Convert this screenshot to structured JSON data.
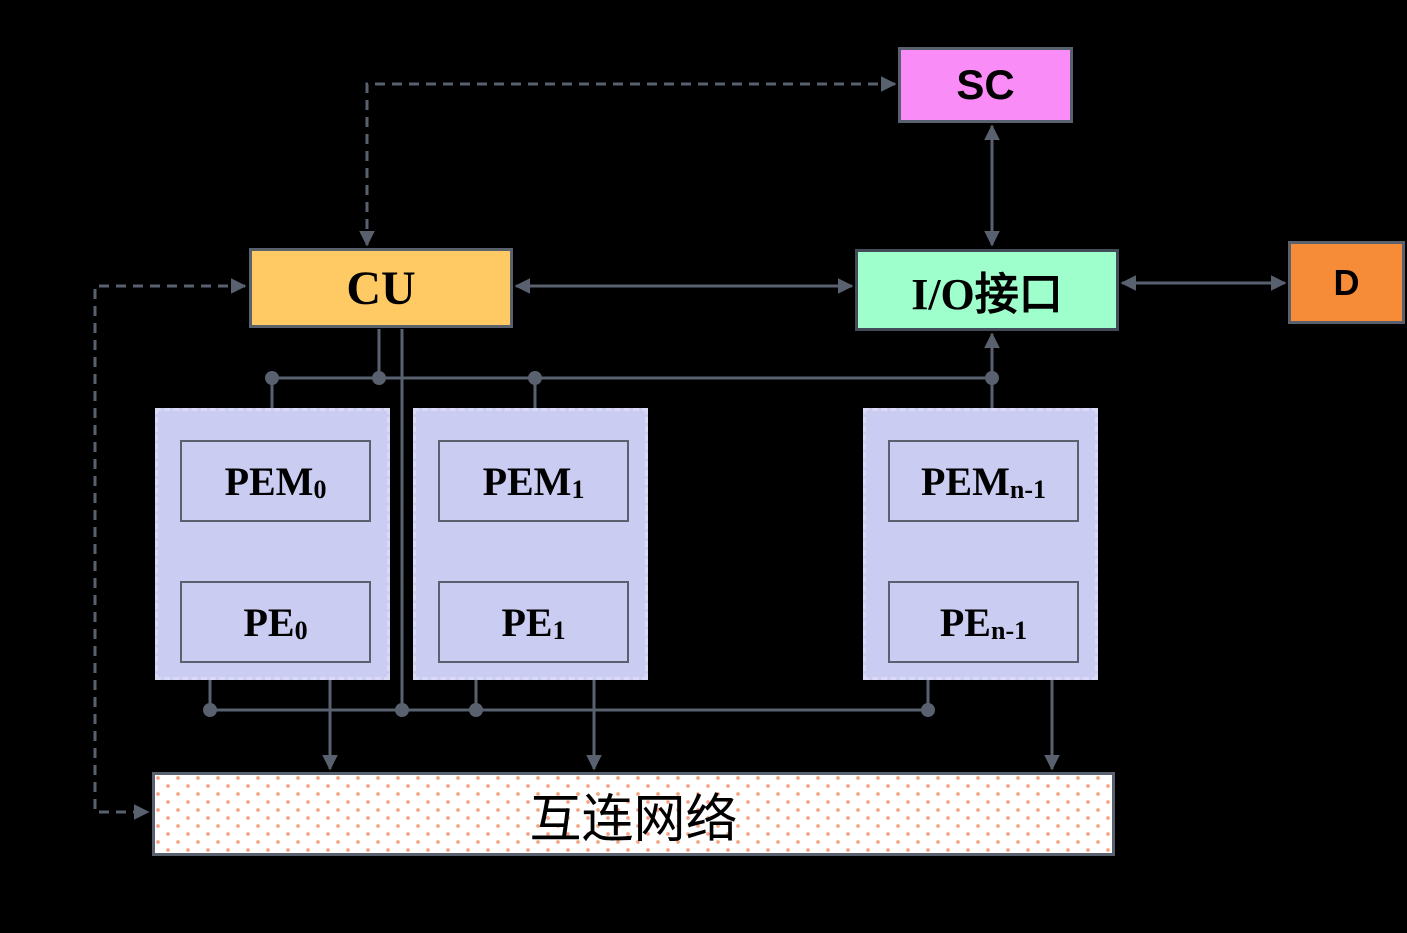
{
  "nodes": {
    "sc": "SC",
    "cu": "CU",
    "io": "I/O接口",
    "d": "D",
    "network": "互连网络"
  },
  "groups": [
    {
      "pem_base": "PEM",
      "pem_sub": "0",
      "pe_base": "PE",
      "pe_sub": "0"
    },
    {
      "pem_base": "PEM",
      "pem_sub": "1",
      "pe_base": "PE",
      "pe_sub": "1"
    },
    {
      "pem_base": "PEM",
      "pem_sub": "n-1",
      "pe_base": "PE",
      "pe_sub": "n-1"
    }
  ],
  "colors": {
    "background": "#000000",
    "line": "#59616F",
    "sc_fill": "#FA8CF8",
    "cu_fill": "#FFC964",
    "io_fill": "#9FFFCC",
    "d_fill": "#F68B38",
    "group_fill": "#CBCCF2",
    "pem_fill": "#CBCCF2",
    "network_fill": "#FFFFFF",
    "network_pattern": "#F5A382",
    "text": "#000000"
  }
}
